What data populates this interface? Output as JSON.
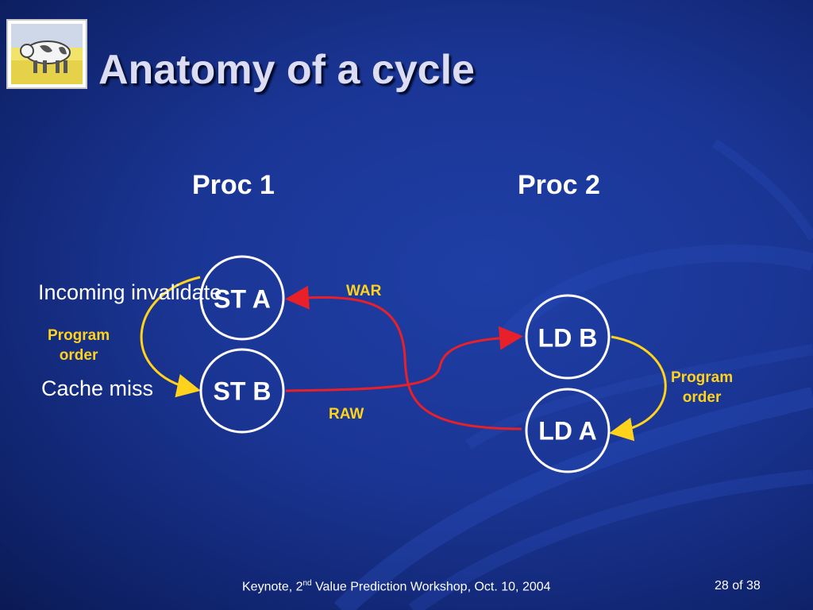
{
  "slide": {
    "title": "Anatomy of a cycle",
    "processors": [
      {
        "label": "Proc 1"
      },
      {
        "label": "Proc 2"
      }
    ],
    "nodes": {
      "st_a": "ST A",
      "st_b": "ST B",
      "ld_b": "LD B",
      "ld_a": "LD A"
    },
    "annotations": {
      "incoming_invalidate": "Incoming invalidate",
      "cache_miss": "Cache miss"
    },
    "edge_labels": {
      "war": "WAR",
      "raw": "RAW",
      "program_order_line1": "Program",
      "program_order_line2": "order"
    },
    "footer": {
      "prefix": "Keynote, 2",
      "superscript": "nd",
      "suffix": " Value Prediction Workshop, Oct. 10, 2004",
      "page": "28 of 38"
    }
  },
  "colors": {
    "background": "#1a3594",
    "title": "#dcdcf2",
    "node_stroke": "#ffffff",
    "war_raw_edges": "#e8202a",
    "program_order_edges": "#ffd21c"
  },
  "icons": {
    "logo": "cow-logo"
  }
}
